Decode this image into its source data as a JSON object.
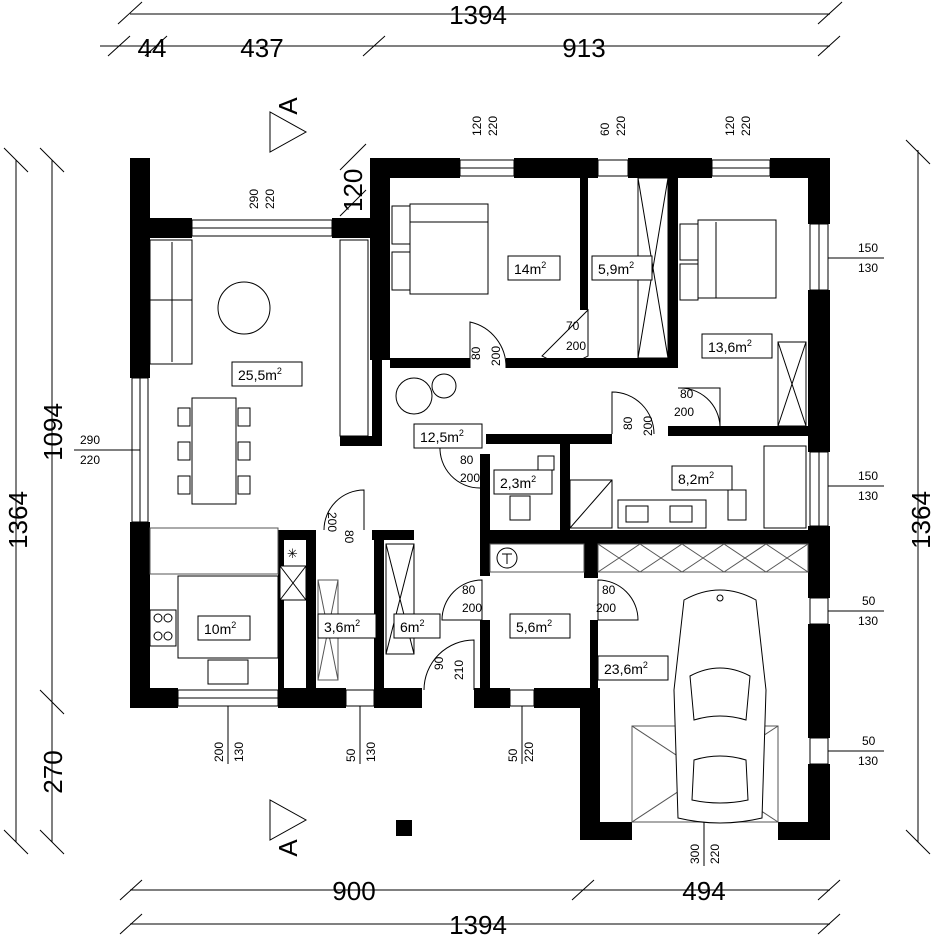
{
  "dimensions": {
    "top_total": "1394",
    "top_seg_1": "44",
    "top_seg_2": "437",
    "top_seg_3": "913",
    "bottom_seg_1": "900",
    "bottom_seg_2": "494",
    "bottom_total": "1394",
    "left_total": "1364",
    "left_main": "1094",
    "left_bottom": "270",
    "right_total": "1364",
    "wall_notch": "120"
  },
  "section_marker": "A",
  "rooms": [
    {
      "id": "living",
      "area": "25,5",
      "unit": "m",
      "exp": "2"
    },
    {
      "id": "bedroom-1",
      "area": "14",
      "unit": "m",
      "exp": "2"
    },
    {
      "id": "wardrobe",
      "area": "5,9",
      "unit": "m",
      "exp": "2"
    },
    {
      "id": "bedroom-2",
      "area": "13,6",
      "unit": "m",
      "exp": "2"
    },
    {
      "id": "hall",
      "area": "12,5",
      "unit": "m",
      "exp": "2"
    },
    {
      "id": "wc",
      "area": "2,3",
      "unit": "m",
      "exp": "2"
    },
    {
      "id": "bathroom",
      "area": "8,2",
      "unit": "m",
      "exp": "2"
    },
    {
      "id": "kitchen",
      "area": "10",
      "unit": "m",
      "exp": "2"
    },
    {
      "id": "pantry",
      "area": "3,6",
      "unit": "m",
      "exp": "2"
    },
    {
      "id": "storage",
      "area": "6",
      "unit": "m",
      "exp": "2"
    },
    {
      "id": "utility",
      "area": "5,6",
      "unit": "m",
      "exp": "2"
    },
    {
      "id": "garage",
      "area": "23,6",
      "unit": "m",
      "exp": "2"
    }
  ],
  "windows": [
    {
      "id": "living-top",
      "w": "290",
      "h": "220"
    },
    {
      "id": "bedroom1-top",
      "w": "120",
      "h": "220"
    },
    {
      "id": "wardrobe-top",
      "w": "60",
      "h": "220"
    },
    {
      "id": "bedroom2-top",
      "w": "120",
      "h": "220"
    },
    {
      "id": "bedroom2-right",
      "w": "150",
      "h": "130"
    },
    {
      "id": "bathroom-right",
      "w": "150",
      "h": "130"
    },
    {
      "id": "garage-right-1",
      "w": "50",
      "h": "130"
    },
    {
      "id": "garage-right-2",
      "w": "50",
      "h": "130"
    },
    {
      "id": "living-left",
      "w": "290",
      "h": "220"
    },
    {
      "id": "kitchen-bottom",
      "w": "200",
      "h": "130"
    },
    {
      "id": "pantry-bottom",
      "w": "50",
      "h": "130"
    },
    {
      "id": "utility-bottom",
      "w": "50",
      "h": "220"
    },
    {
      "id": "garage-bottom",
      "w": "300",
      "h": "220"
    }
  ],
  "doors": [
    {
      "id": "bedroom1-door",
      "w": "80",
      "h": "200"
    },
    {
      "id": "wardrobe-door",
      "w": "70",
      "h": "200"
    },
    {
      "id": "bedroom2-door",
      "w": "80",
      "h": "200"
    },
    {
      "id": "bathroom-door",
      "w": "80",
      "h": "200"
    },
    {
      "id": "wc-door",
      "w": "80",
      "h": "200"
    },
    {
      "id": "pantry-door",
      "w": "80",
      "h": "200"
    },
    {
      "id": "utility-door",
      "w": "80",
      "h": "200"
    },
    {
      "id": "garage-door",
      "w": "80",
      "h": "200"
    },
    {
      "id": "entrance-door",
      "w": "90",
      "h": "210"
    }
  ]
}
